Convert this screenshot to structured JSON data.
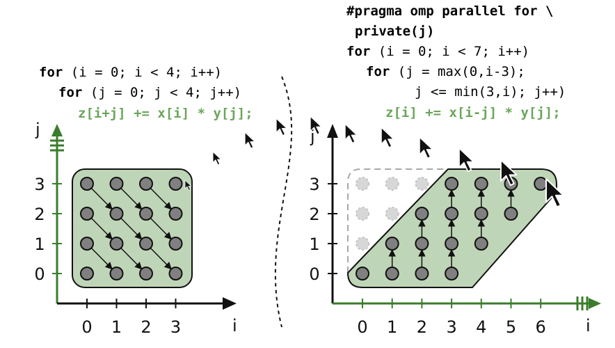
{
  "left_panel": {
    "code": [
      {
        "kw": "for",
        "rest": " (i = 0; i < 4; i++)"
      },
      {
        "kw": "for",
        "rest": " (j = 0; j < 4; j++)"
      }
    ],
    "statement": "z[i+j] += x[i] * y[j];",
    "x_axis_label": "i",
    "y_axis_label": "j",
    "x_ticks": [
      "0",
      "1",
      "2",
      "3"
    ],
    "y_ticks": [
      "0",
      "1",
      "2",
      "3"
    ]
  },
  "right_panel": {
    "pragma_line1": "#pragma omp parallel for \\",
    "pragma_line2": "private(j)",
    "code": [
      {
        "kw": "for",
        "rest": " (i = 0; i < 7; i++)"
      },
      {
        "kw": "for",
        "rest": " (j = max(0,i-3);"
      }
    ],
    "code_cont": "j <= min(3,i); j++)",
    "statement": "z[i] += x[i-j] * y[j];",
    "x_axis_label": "i",
    "y_axis_label": "j",
    "x_ticks": [
      "0",
      "1",
      "2",
      "3",
      "4",
      "5",
      "6"
    ],
    "y_ticks": [
      "0",
      "1",
      "2",
      "3"
    ]
  },
  "colors": {
    "axis_green": "#3a7d2c",
    "region_fill": "#bfd5b7",
    "node_fill": "#808080",
    "statement_green": "#6aa65a"
  }
}
